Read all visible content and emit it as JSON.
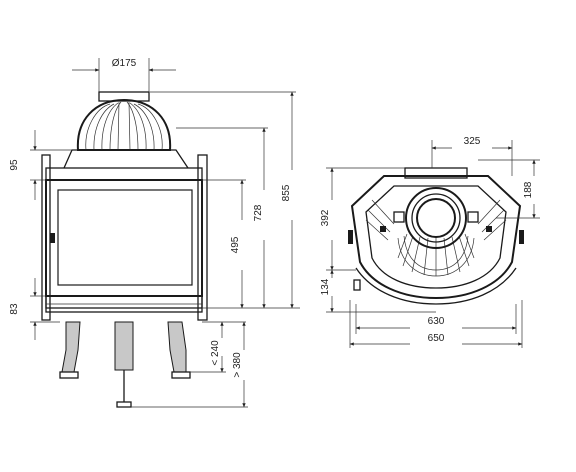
{
  "dimensions": {
    "front_flue_diameter": "Ø175",
    "front_top_height": "95",
    "front_door_height": "495",
    "front_bottom_height": "83",
    "front_body_height": "728",
    "front_total_height": "855",
    "front_leg_min": "< 240",
    "front_leg_max": "> 380",
    "top_flue_width": "325",
    "top_depth_right": "188",
    "top_depth_total": "392",
    "top_front_depth": "134",
    "top_inner_width": "630",
    "top_outer_width": "650"
  }
}
